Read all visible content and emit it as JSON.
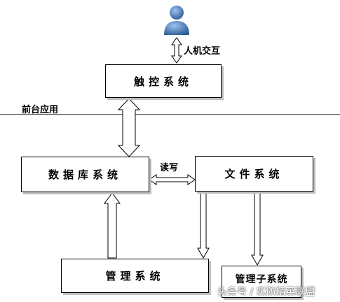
{
  "diagram": {
    "user_icon": "user-icon",
    "top_link_label": "人机交互",
    "touch_system": "触控系统",
    "section_label": "前台应用",
    "database_system": "数据库系统",
    "read_write_label": "读写",
    "file_system": "文件系统",
    "management_system": "管理系统",
    "management_subsystem": "管理子系统",
    "watermark": "头条号 / 实防精英联盟"
  },
  "colors": {
    "user_icon": "#4a7fc1",
    "user_icon_dark": "#2f5c99",
    "arrow_fill": "#ffffff",
    "line": "#000000"
  }
}
